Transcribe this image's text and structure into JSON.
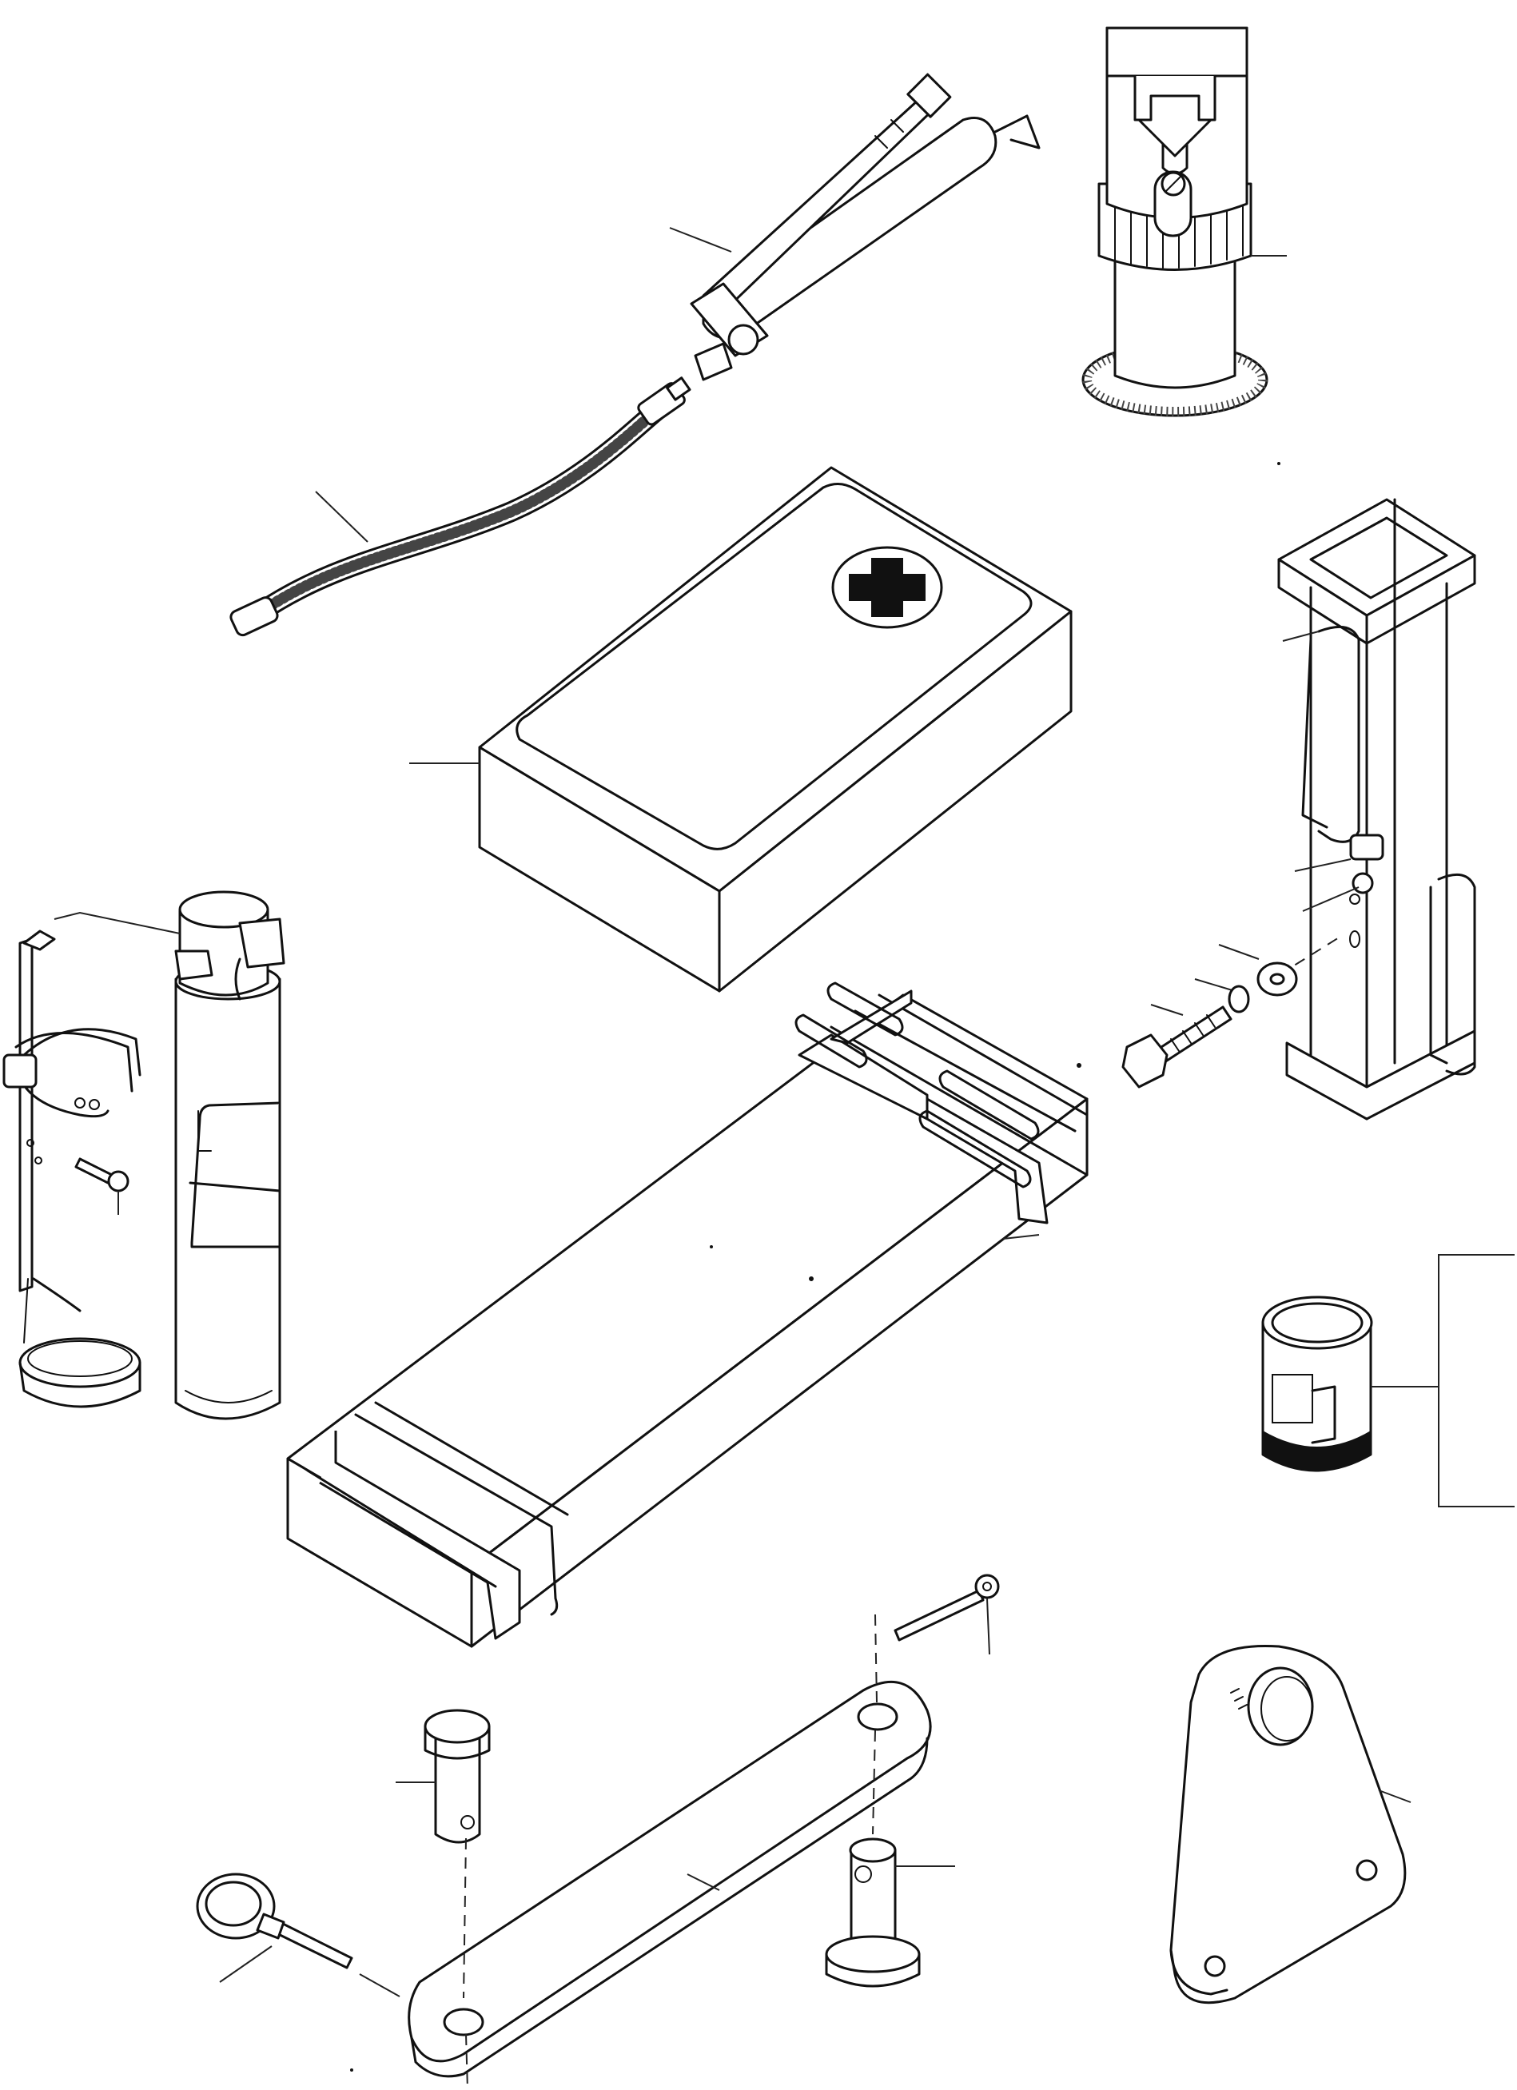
{
  "colors": {
    "ink": "#111111",
    "paper": "#ffffff",
    "speckle": "#444444"
  },
  "parts": [
    {
      "key": "grease_gun",
      "icon": "grease-gun-icon"
    },
    {
      "key": "grease_hose",
      "icon": "hose-icon"
    },
    {
      "key": "hydraulic_jack",
      "icon": "jack-icon"
    },
    {
      "key": "first_aid_kit",
      "icon": "first-aid-cross-icon"
    },
    {
      "key": "jack_stand",
      "icon": "square-stand-icon"
    },
    {
      "key": "stand_bracket_hardware",
      "icon": "bolt-washer-icon"
    },
    {
      "key": "fire_extinguisher",
      "icon": "extinguisher-icon"
    },
    {
      "key": "extinguisher_bracket",
      "icon": "bracket-clamp-icon"
    },
    {
      "key": "warning_triangle_case",
      "icon": "case-icon"
    },
    {
      "key": "paint_can",
      "icon": "can-icon"
    },
    {
      "key": "tow_bar",
      "icon": "tow-bar-icon"
    },
    {
      "key": "tow_pins",
      "icon": "pin-icon"
    },
    {
      "key": "ring_pin",
      "icon": "ring-pin-icon"
    },
    {
      "key": "cotter_pin",
      "icon": "cotter-pin-icon"
    },
    {
      "key": "towing_plate",
      "icon": "triangle-plate-icon"
    }
  ]
}
